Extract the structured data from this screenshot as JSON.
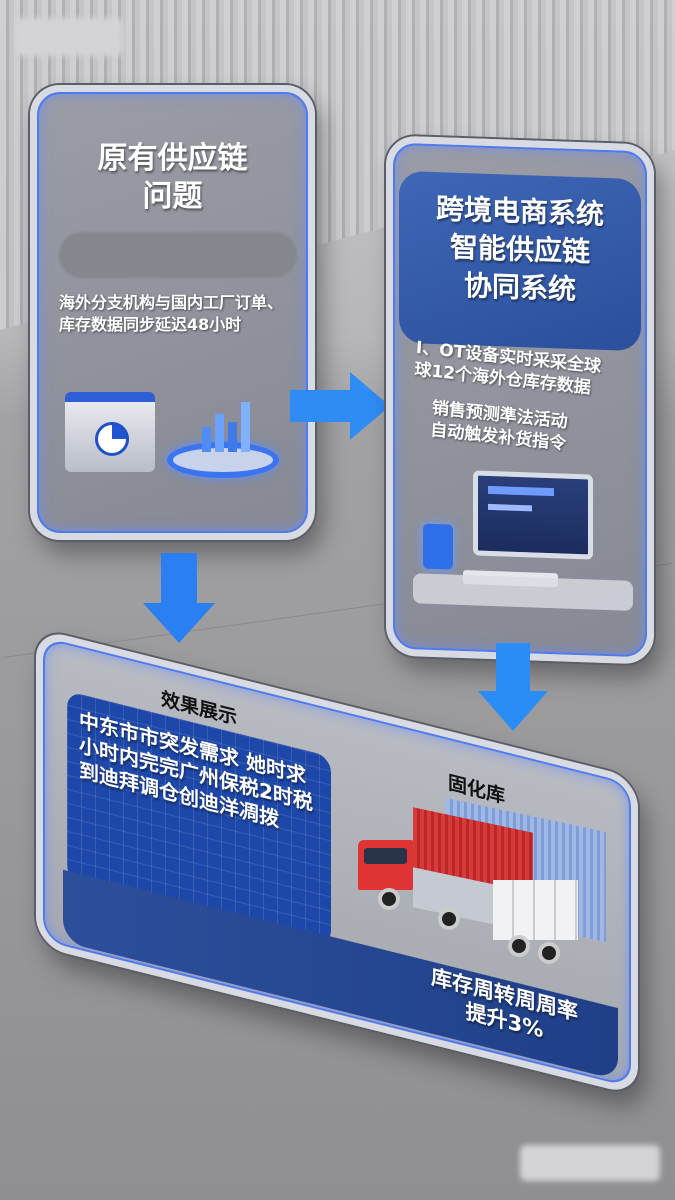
{
  "card_problem": {
    "title_line1": "原有供应链",
    "title_line2": "问题",
    "body": "海外分支机构与国内工厂订单、库存数据同步延迟48小时"
  },
  "card_system": {
    "title_line1": "跨境电商系统",
    "title_line2": "智能供应链",
    "title_line3": "协同系统",
    "body1_line1": "I、OT设备实时采采全球",
    "body1_line2": "球12个海外仓库存数据",
    "body2_line1": "销售预测準法活动",
    "body2_line2": "自动触发补货指令"
  },
  "card_result": {
    "label": "效果展示",
    "panel_text": "中东市市突发需求 她时求 小时内完完广州保税2时税到迪拜调仓创迪洋凋拨",
    "warehouse_label": "固化库",
    "stat_line1": "库存周转周周率",
    "stat_line2": "提升3%"
  },
  "colors": {
    "accent": "#2f7df0",
    "panel": "#1d47a8",
    "card": "#8e9099"
  }
}
